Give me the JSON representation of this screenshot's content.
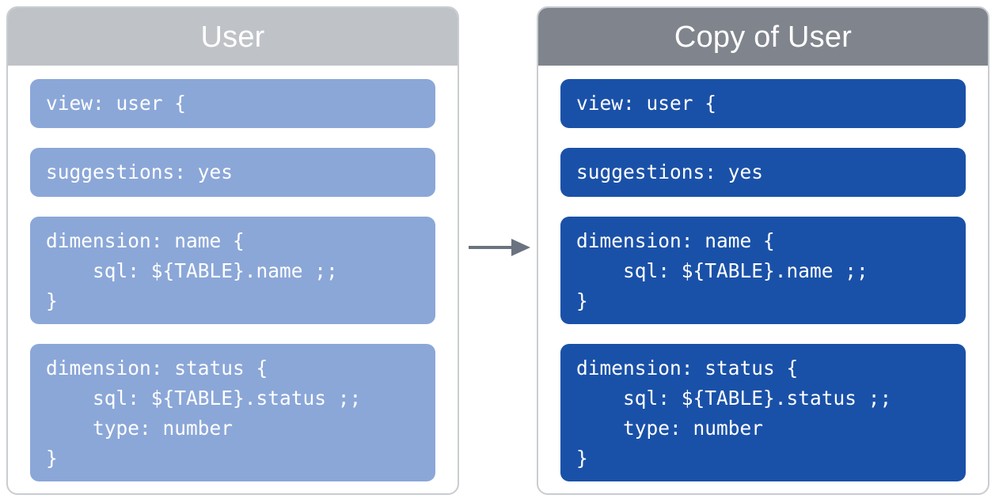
{
  "diagram": {
    "title_semantic": "view-copy-comparison",
    "colors": {
      "left_header_bg": "#bfc3c7",
      "right_header_bg": "#80858d",
      "left_block_bg": "#8ba7d8",
      "right_block_bg": "#1a51a8",
      "panel_border": "#c9cdd1",
      "arrow": "#6b7280",
      "text": "#ffffff",
      "canvas_bg": "#ffffff"
    },
    "arrow": {
      "icon": "arrow-right-icon",
      "direction": "right",
      "from": "User",
      "to": "Copy of User"
    },
    "panels": [
      {
        "id": "source",
        "title": "User",
        "blocks": [
          {
            "id": "view-declaration",
            "lines": 1,
            "code": "view: user {"
          },
          {
            "id": "suggestions-setting",
            "lines": 1,
            "code": "suggestions: yes"
          },
          {
            "id": "dimension-name",
            "lines": 3,
            "code": "dimension: name {\n    sql: ${TABLE}.name ;;\n}"
          },
          {
            "id": "dimension-status",
            "lines": 4,
            "code": "dimension: status {\n    sql: ${TABLE}.status ;;\n    type: number\n}"
          }
        ]
      },
      {
        "id": "copy",
        "title": "Copy of User",
        "blocks": [
          {
            "id": "view-declaration",
            "lines": 1,
            "code": "view: user {"
          },
          {
            "id": "suggestions-setting",
            "lines": 1,
            "code": "suggestions: yes"
          },
          {
            "id": "dimension-name",
            "lines": 3,
            "code": "dimension: name {\n    sql: ${TABLE}.name ;;\n}"
          },
          {
            "id": "dimension-status",
            "lines": 4,
            "code": "dimension: status {\n    sql: ${TABLE}.status ;;\n    type: number\n}"
          }
        ]
      }
    ]
  }
}
